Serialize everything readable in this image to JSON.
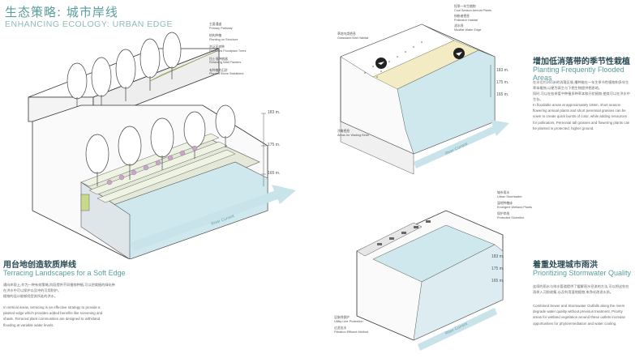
{
  "header": {
    "title_cn": "生态策略: 城市岸线",
    "title_en": "ENHANCING ECOLOGY: URBAN EDGE"
  },
  "panel_terrace": {
    "heading_cn": "用台地创造软质岸线",
    "heading_en": "Terracing Landscapes for a Soft Edge",
    "body_cn": [
      "通向岸段上,作为一种有效策略,阶段提供不同植物种植,可以把栽植的绿化带在洪水中可以保护以及冲的可用防护。",
      "植物的设计能够经受其所处的洪水。"
    ],
    "body_en": [
      "In vertical areas, terracing is an effective strategy to provide a",
      "planted edge which provides added benefits like screening and",
      "shade. Terraced plant communities are designed to withstand",
      "flooding at variable water levels."
    ],
    "labels": [
      {
        "cn": "主要通道",
        "en": "Primary Pathway"
      },
      {
        "cn": "结构种植",
        "en": "Planting on Structure"
      },
      {
        "cn": "洪泛区树种",
        "en": "Protected Floodplain Trees"
      },
      {
        "cn": "挡土墙种植器",
        "en": "Retaining Wall Planters"
      },
      {
        "cn": "有种植的石阶",
        "en": "Planted Stone Stabilizers"
      }
    ],
    "elevations": [
      "183 m.",
      "175 m.",
      "165 m."
    ],
    "river_label": "River Current"
  },
  "panel_seasonal": {
    "heading_cn": "增加低消落带的季节性栽植",
    "heading_en": "Planting Frequently Flooded Areas",
    "body_cn": [
      "在水位约165米的消落区域,播种能在一年生季节性植物和多年生草本植物,以便为高生与下栖生物提供栖息地。",
      "同时,可以在各季度中种植多种草本和开花植物,使其可以在洪水中生存。"
    ],
    "body_en": [
      "In floodable areas at approximately 165m, short season",
      "flowering annual plants and short perennial grasses can be",
      "sown to create quick bursts of color, while adding resources",
      "for pollinators. Perennial tall grasses and flowering plants can",
      "be planted in protected, higher ground."
    ],
    "labels_top": [
      {
        "cn": "短季一年生植物",
        "en": "Cool Season Annual Plants"
      },
      {
        "cn": "授粉者栖息",
        "en": "Pollinator Habitat"
      },
      {
        "cn": "滤水线",
        "en": "Mudflat Water Edge"
      }
    ],
    "label_left": {
      "cn": "草地鸟类栖息",
      "en": "Grassland Bird Habitat"
    },
    "label_bottom": {
      "cn": "涉禽栖息",
      "en": "Areas for Wading Birds"
    },
    "elevations": [
      "183 m.",
      "175 m.",
      "165 m."
    ],
    "river_label": "River Current"
  },
  "panel_storm": {
    "heading_cn": "着重处理城市雨洪",
    "heading_en": "Prioritizing Stormwater Quality",
    "body_cn": [
      "连续的雨水与排水管道提供了缓解雨水径流的方法,可以把这些在雨季入河前收集,以及利用湿地植物,来净化改进水质。"
    ],
    "body_en": [
      "Combined Sewer and Stormwater Outfalls along the rivers",
      "degrade water quality without previous treatment. Priority",
      "areas for wetland vegetation around these outlets increase",
      "opportunities for phytoremediation and water cooling."
    ],
    "labels_right": [
      {
        "cn": "城市雨水",
        "en": "Urban Stormwater"
      },
      {
        "cn": "湿地种植床",
        "en": "Emergent Wetland Plants"
      },
      {
        "cn": "保护岸线",
        "en": "Protected Shoreline"
      }
    ],
    "labels_left": [
      {
        "cn": "设施线保护",
        "en": "Utility Line Protection"
      },
      {
        "cn": "过滤出水",
        "en": "Filtration Effluent Method"
      }
    ],
    "elevations": [
      "183 m.",
      "175 m.",
      "165 m."
    ],
    "river_label": "River Current"
  },
  "colors": {
    "accent": "#5a9e9e",
    "water": "#cfe8ee",
    "grass": "#c8d98a",
    "sand": "#f2ebc4",
    "arrow": "#c8e3ea"
  }
}
